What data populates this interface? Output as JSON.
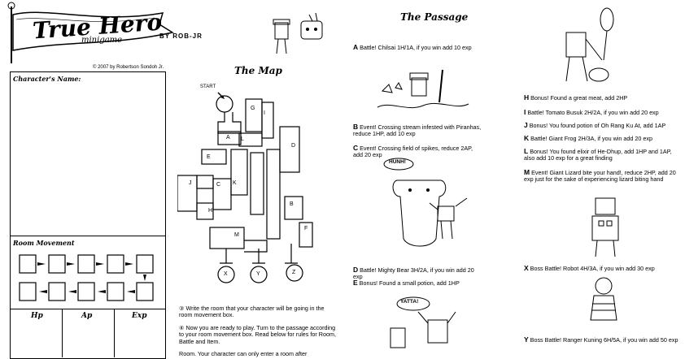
{
  "header": {
    "title_line1": "True Hero",
    "title_line2": "minigame",
    "byline": "BY ROB-JR",
    "copyright": "© 2007 by Robertson Sondoh Jr."
  },
  "sheet": {
    "character_name_label": "Character's Name:",
    "room_movement_label": "Room Movement",
    "stats": [
      "Hp",
      "Ap",
      "Exp"
    ]
  },
  "map": {
    "title": "The Map",
    "start_label": "START",
    "rooms": [
      "A",
      "B",
      "C",
      "D",
      "E",
      "F",
      "G",
      "H",
      "I",
      "J",
      "K",
      "L",
      "M",
      "X",
      "Y",
      "Z"
    ]
  },
  "instructions": [
    {
      "num": "③",
      "text": "Write the room that your character will be going in the room movement box."
    },
    {
      "num": "④",
      "text": "Now you are ready to play. Turn to the passage according to your room movement box. Read below for rules for Room, Battle and Item."
    },
    {
      "num": "",
      "text": "Room. Your character can only enter a room after"
    }
  ],
  "passage": {
    "title": "The Passage",
    "col1": [
      {
        "letter": "A",
        "text": "Battle! Chilsai 1H/1A, if you win add 10 exp"
      },
      {
        "letter": "B",
        "text": "Event! Crossing stream infested with Piranhas, reduce 1HP, add 10 exp"
      },
      {
        "letter": "C",
        "text": "Event! Crossing field of spikes, reduce 2AP, add 20 exp"
      },
      {
        "letter": "D",
        "text": "Battle! Mighty Bear 3H/2A, if you win add 20 exp"
      },
      {
        "letter": "E",
        "text": "Bonus! Found a small potion, add 1HP"
      }
    ],
    "col2": [
      {
        "letter": "H",
        "text": "Bonus! Found a great meat, add 2HP"
      },
      {
        "letter": "I",
        "text": "Battle! Tomato Busuk 2H/2A, if you win add 20 exp"
      },
      {
        "letter": "J",
        "text": "Bonus! You found potion of Oh Rang Ku At, add 1AP"
      },
      {
        "letter": "K",
        "text": "Battle! Giant Frog 2H/3A, if you win add 20 exp"
      },
      {
        "letter": "L",
        "text": "Bonus! You found elixir of He-Dhup, add 1HP and 1AP, also add 10 exp for a great finding"
      },
      {
        "letter": "M",
        "text": "Event! Giant Lizard bite your hand!, reduce 2HP, add 20 exp just for the sake of experiencing lizard biting hand"
      },
      {
        "letter": "X",
        "text": "Boss Battle! Robot 4H/3A, if you win add 30 exp"
      },
      {
        "letter": "Y",
        "text": "Boss Battle! Ranger Kuning 6H/5A, if you win add 50 exp"
      }
    ],
    "bubble_bear": "HUNH!",
    "bubble_yatta": "YATTA!"
  }
}
